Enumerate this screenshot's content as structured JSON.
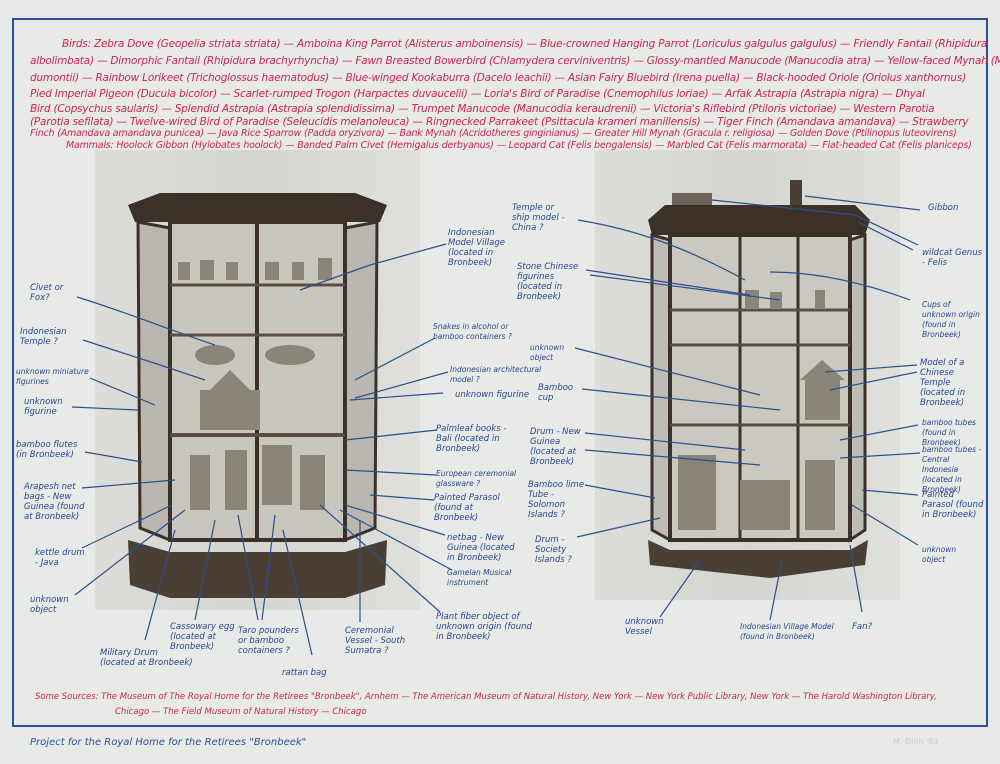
{
  "species_list": {
    "lines": [
      "Birds: Zebra Dove (Geopelia striata striata) — Amboina King Parrot (Alisterus amboinensis) — Blue-crowned Hanging Parrot (Loriculus galgulus galgulus) — Friendly Fantail (Rhipidura",
      "albolimbata) — Dimorphic Fantail (Rhipidura brachyrhyncha) — Fawn Breasted Bowerbird (Chlamydera cerviniventris) — Glossy-mantled Manucode (Manucodia atra) — Yellow-faced Mynah (Mino",
      "dumontii) — Rainbow Lorikeet (Trichoglossus haematodus) — Blue-winged Kookaburra (Dacelo leachii) — Asian Fairy Bluebird (Irena puella) — Black-hooded Oriole (Oriolus xanthornus)",
      "Pied Imperial Pigeon (Ducula bicolor) — Scarlet-rumped Trogon (Harpactes duvaucelii) — Loria's Bird of Paradise (Cnemophilus loriae) — Arfak Astrapia (Astrapia nigra) — Dhyal",
      "Bird (Copsychus saularis) — Splendid Astrapia (Astrapia splendidissima) — Trumpet Manucode (Manucodia keraudrenii) — Victoria's Riflebird (Ptiloris victoriae) — Western Parotia",
      "(Parotia sefilata) — Twelve-wired Bird of Paradise (Seleucidis melanoleuca) — Ringnecked Parrakeet (Psittacula krameri manillensis) — Tiger Finch (Amandava amandava) — Strawberry",
      "Finch (Amandava amandava punicea) — Java Rice Sparrow (Padda oryzivora) — Bank Mynah (Acridotheres ginginianus) — Greater Hill Mynah (Gracula r. religiosa) — Golden Dove (Ptilinopus luteovirens)",
      "Mammals: Hoolock Gibbon (Hylobates hoolock) — Banded Palm Civet (Hemigalus derbyanus) — Leopard Cat (Felis bengalensis) — Marbled Cat (Felis marmorata) — Flat-headed Cat (Felis planiceps)"
    ]
  },
  "left_labels": [
    "Civet or Fox?",
    "Indonesian Temple ?",
    "unknown miniature figurines",
    "unknown figurine",
    "bamboo flutes (in Bronbeek)",
    "Arapesh net bags - New Guinea (found at Bronbeek)",
    "kettle drum - Java",
    "unknown object",
    "Military Drum (located at Bronbeek)",
    "Cassowary egg (located at Bronbeek)",
    "Taro pounders or bamboo containers ?",
    "rattan bag",
    "Ceremonial Vessel - South Sumatra ?",
    "Plant fiber object of unknown origin (found in Bronbeek)"
  ],
  "middle_labels": [
    "Indonesian Model Village (located in Bronbeek)",
    "Snakes in alcohol or bamboo containers ?",
    "Indonesian architectural model ?",
    "unknown figurine",
    "Palmleaf books - Bali (located in Bronbeek)",
    "European ceremonial glassware ?",
    "Painted Parasol (found at Bronbeek)",
    "netbag - New Guinea (located in Bronbeek)",
    "Gamelan Musical instrument",
    "Temple or ship model - China ?",
    "Stone Chinese figurines (located in Bronbeek)",
    "unknown object",
    "Bamboo cup",
    "Drum - New Guinea (located at Bronbeek)",
    "Bamboo lime Tube - Solomon Islands ?",
    "Drum - Society Islands ?"
  ],
  "right_labels": [
    "Gibbon",
    "wildcat Genus - Felis",
    "Cups of unknown origin (found in Bronbeek)",
    "Model of a Chinese Temple (located in Bronbeek)",
    "bamboo tubes (found in Bronbeek)",
    "bamboo tubes - Central Indonesia (located in Bronbeek)",
    "Painted Parasol (found in Bronbeek)",
    "unknown object",
    "Fan?",
    "unknown Vessel",
    "Indonesian Village Model (found in Bronbeek)"
  ],
  "sources": {
    "line1": "Some Sources: The Museum of The Royal Home for the Retirees \"Bronbeek\", Arnhem — The American Museum of Natural History, New York — New York Public Library, New York — The Harold Washington Library,",
    "line2": "Chicago — The Field Museum of Natural History — Chicago"
  },
  "footer": {
    "title": "Project for the Royal Home for the Retirees \"Bronbeek\"",
    "signature": "M. Dion '93"
  },
  "colors": {
    "red_ink": "#cf2450",
    "blue_ink": "#27478f",
    "paper": "#e8eae7"
  }
}
